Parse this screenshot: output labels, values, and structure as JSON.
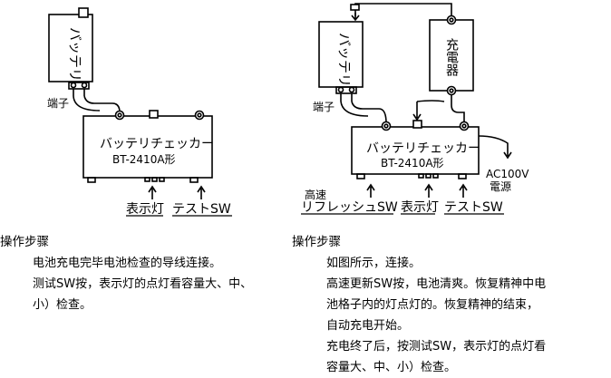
{
  "left_diagram": {
    "battery": "バッテリ",
    "terminal": "端子",
    "checker_name": "バッテリチェッカー",
    "checker_model": "BT-2410A形",
    "indicator_lamp": "表示灯",
    "test_sw": "テストSW"
  },
  "right_diagram": {
    "battery": "バッテリ",
    "charger": "充電器",
    "terminal": "端子",
    "checker_name": "バッテリチェッカー",
    "checker_model": "BT-2410A形",
    "ac_label_1": "AC100V",
    "ac_label_2": "電源",
    "fast_label": "高速",
    "refresh_sw": "リフレッシュSW",
    "indicator_lamp": "表示灯",
    "test_sw": "テストSW"
  },
  "left_procedure": {
    "title": "操作步骤",
    "lines": [
      "电池充电完毕电池检查的导线连接。",
      "测试SW按，表示灯的点灯看容量大、中、",
      "小）检查。"
    ]
  },
  "right_procedure": {
    "title": "操作步骤",
    "lines": [
      "如图所示，连接。",
      "高速更新SW按，电池清爽。恢复精神中电",
      "池格子内的灯点灯的。恢复精神的结束，",
      "自动充电开始。",
      "充电终了后，按测试SW，表示灯的点灯看",
      "容量大、中、小）检查。"
    ]
  }
}
